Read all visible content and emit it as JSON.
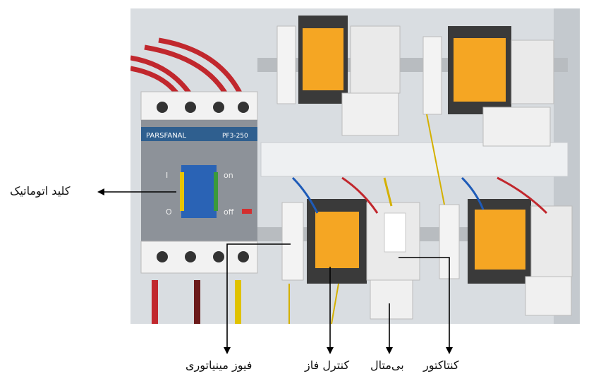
{
  "photo": {
    "breaker_brand": "PARSFANAL",
    "breaker_model": "PF3-250",
    "breaker_on": "on",
    "breaker_off": "off",
    "breaker_on_symbol": "I",
    "breaker_off_symbol": "O"
  },
  "labels": {
    "automatic_switch": "کلید اتوماتیک",
    "miniature_fuse": "فیوز مینیاتوری",
    "phase_control": "کنترل فاز",
    "bimetal": "بی‌متال",
    "contactor": "کنتاکتور"
  }
}
